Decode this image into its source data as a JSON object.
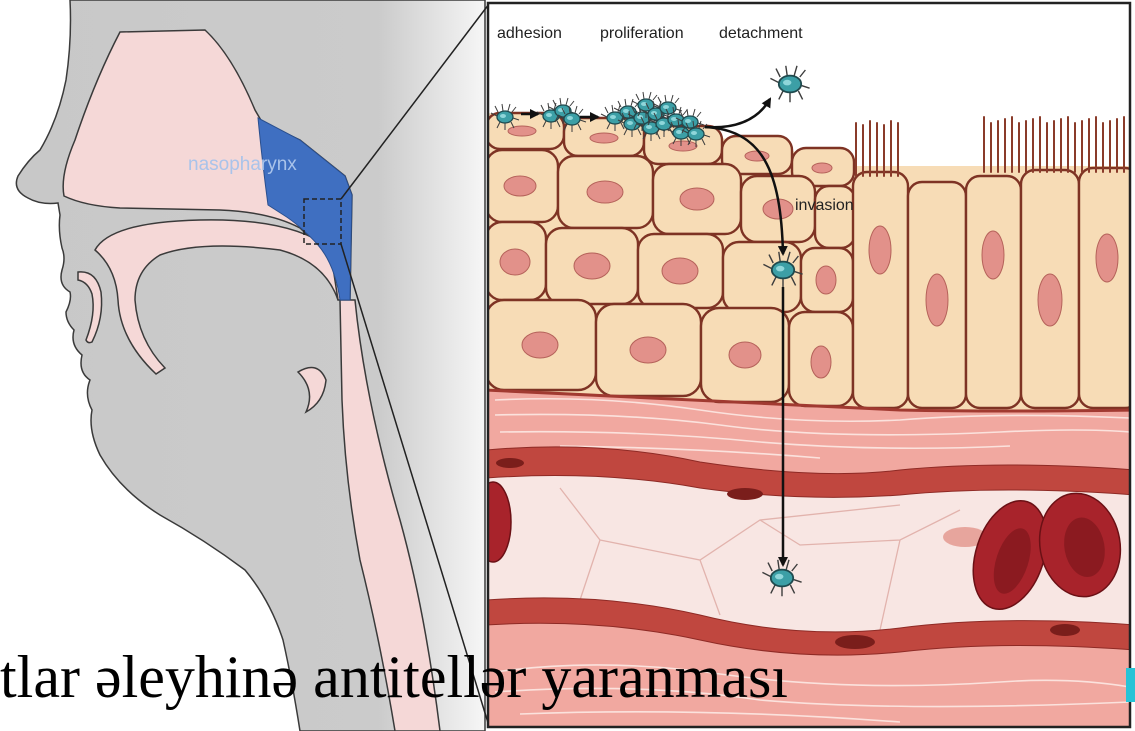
{
  "figure": {
    "head": {
      "region_label": "nasopharynx"
    },
    "panel": {
      "stages": [
        "adhesion",
        "proliferation",
        "detachment"
      ],
      "invasion_label": "invasion"
    }
  },
  "caption": "tlar əleyhinə antitellər yaranması",
  "colors": {
    "head": "#c8c8c8",
    "nasal_mucosa": "#f5d8d7",
    "nasopharynx": "#3f6fc1",
    "bacteria": "#3c9fa6",
    "epithelium": "#f7dcb6",
    "nucleus": "#e2918a",
    "connective_tissue": "#f1a8a0",
    "vessel_wall": "#c0473f",
    "red_blood_cell": "#a8232b",
    "accent": "#27c3d6"
  }
}
